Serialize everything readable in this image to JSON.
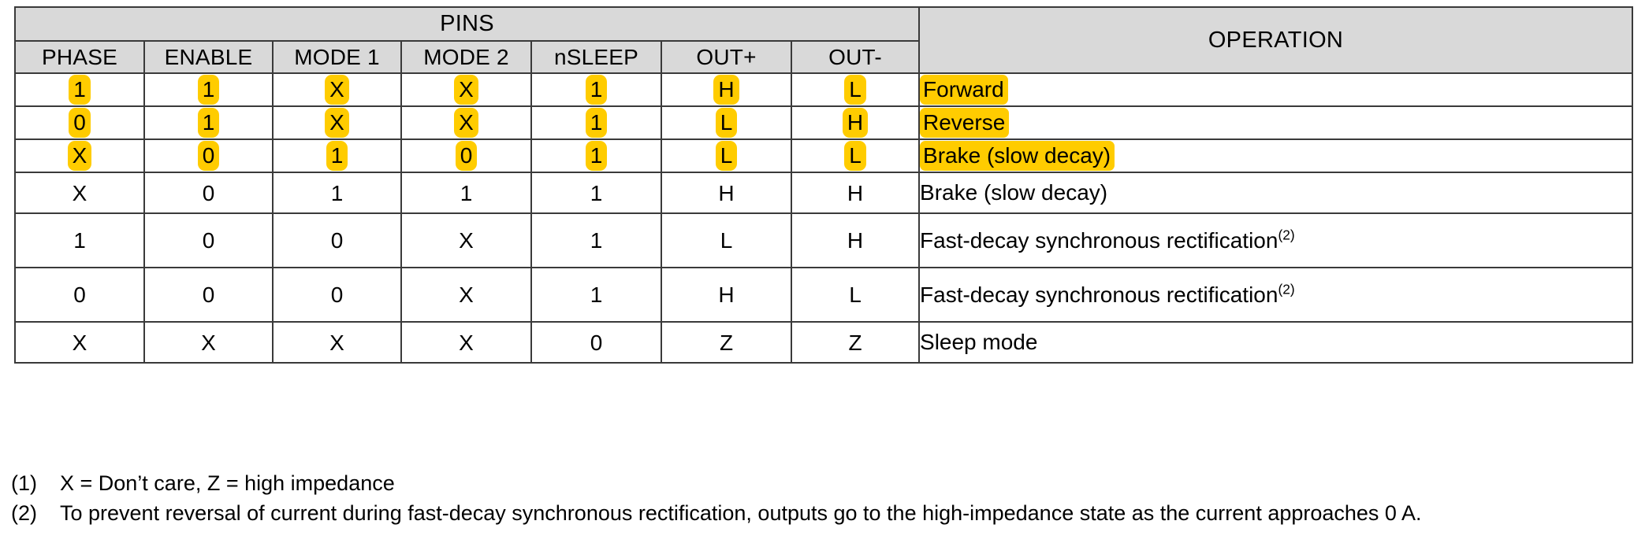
{
  "table": {
    "group_headers": {
      "pins": "PINS",
      "operation": "OPERATION"
    },
    "columns": [
      "PHASE",
      "ENABLE",
      "MODE 1",
      "MODE 2",
      "nSLEEP",
      "OUT+",
      "OUT-"
    ],
    "rows": [
      {
        "cells": [
          "1",
          "1",
          "X",
          "X",
          "1",
          "H",
          "L"
        ],
        "operation": "Forward",
        "operation_sup": "",
        "highlighted": true
      },
      {
        "cells": [
          "0",
          "1",
          "X",
          "X",
          "1",
          "L",
          "H"
        ],
        "operation": "Reverse",
        "operation_sup": "",
        "highlighted": true
      },
      {
        "cells": [
          "X",
          "0",
          "1",
          "0",
          "1",
          "L",
          "L"
        ],
        "operation": "Brake (slow decay)",
        "operation_sup": "",
        "highlighted": true
      },
      {
        "cells": [
          "X",
          "0",
          "1",
          "1",
          "1",
          "H",
          "H"
        ],
        "operation": "Brake (slow decay)",
        "operation_sup": "",
        "highlighted": false
      },
      {
        "cells": [
          "1",
          "0",
          "0",
          "X",
          "1",
          "L",
          "H"
        ],
        "operation": "Fast-decay synchronous rectification",
        "operation_sup": "(2)",
        "highlighted": false
      },
      {
        "cells": [
          "0",
          "0",
          "0",
          "X",
          "1",
          "H",
          "L"
        ],
        "operation": "Fast-decay synchronous rectification",
        "operation_sup": "(2)",
        "highlighted": false
      },
      {
        "cells": [
          "X",
          "X",
          "X",
          "X",
          "0",
          "Z",
          "Z"
        ],
        "operation": "Sleep mode",
        "operation_sup": "",
        "highlighted": false
      }
    ]
  },
  "footnotes": [
    {
      "marker": "(1)",
      "text": "X = Don’t care, Z = high impedance"
    },
    {
      "marker": "(2)",
      "text": "To prevent reversal of current during fast-decay synchronous rectification, outputs go to the high-impedance state as the current approaches 0 A."
    }
  ],
  "colors": {
    "highlight": "#ffcc00",
    "header_background": "#d9d9d9",
    "border": "#3a3a3a",
    "text": "#000000"
  }
}
